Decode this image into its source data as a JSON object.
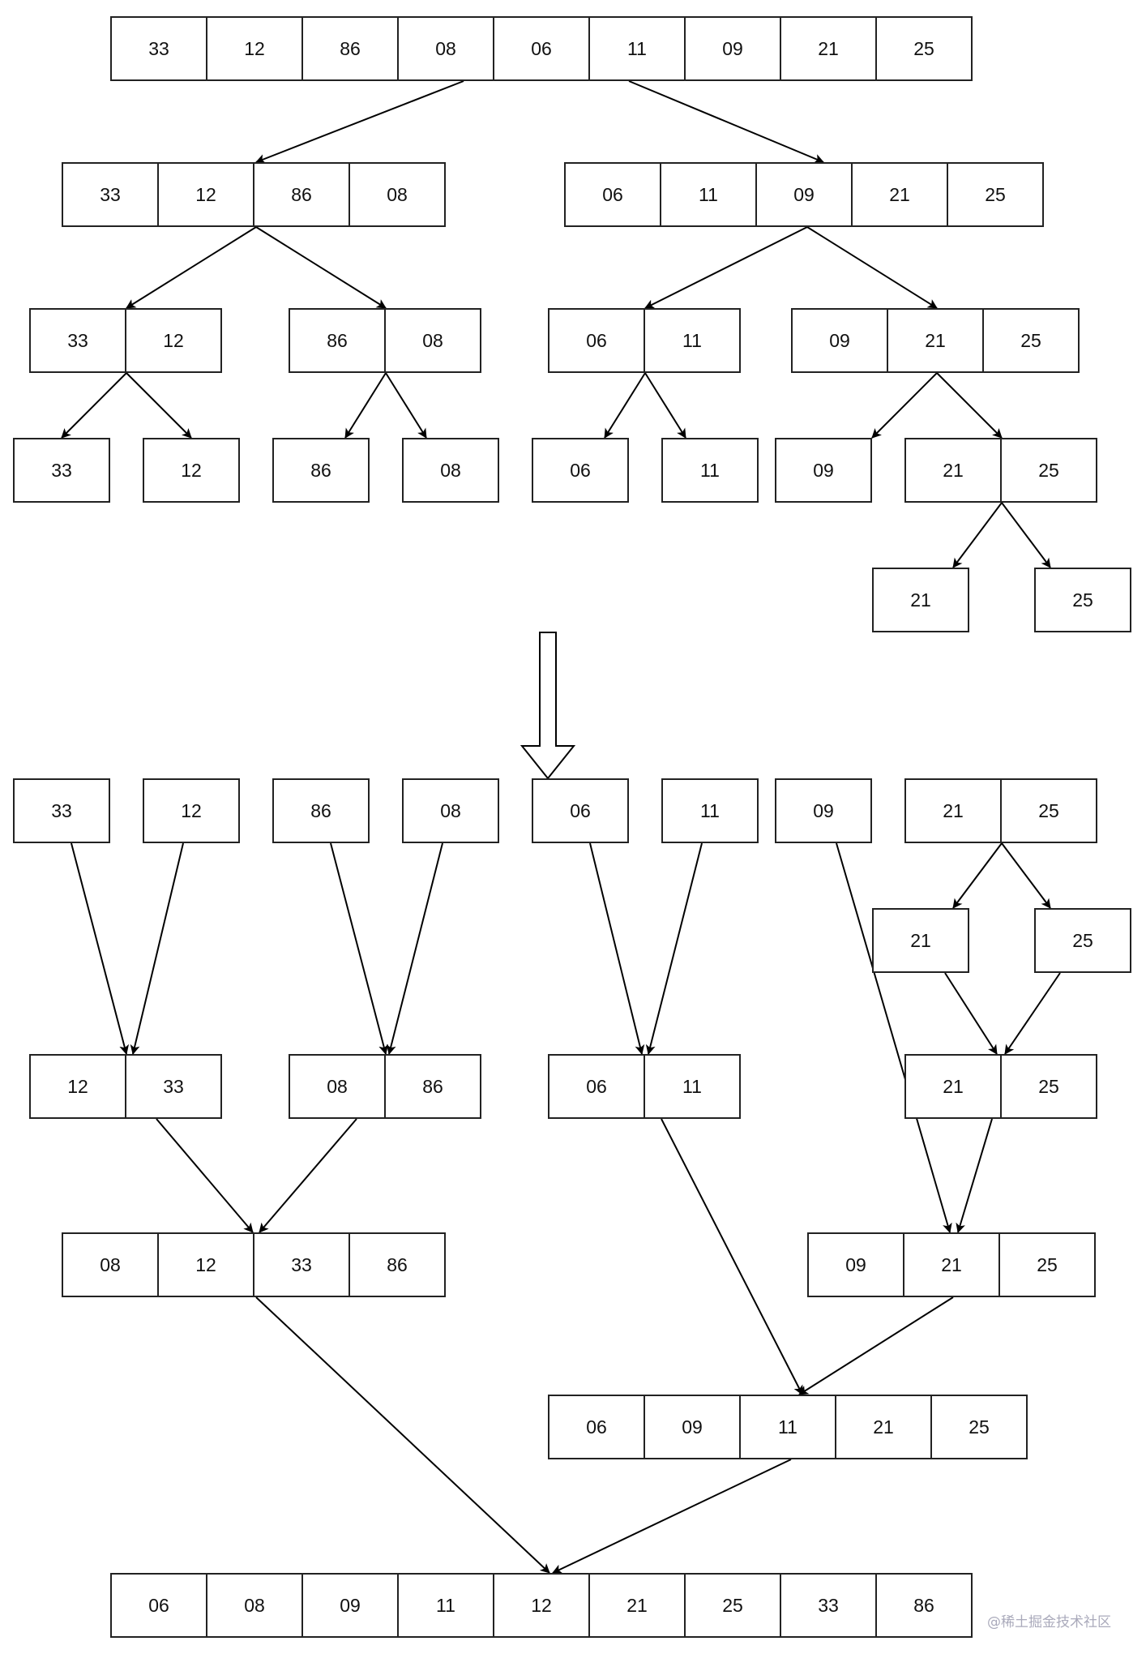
{
  "split_phase": {
    "root": [
      "33",
      "12",
      "86",
      "08",
      "06",
      "11",
      "09",
      "21",
      "25"
    ],
    "level1_left": [
      "33",
      "12",
      "86",
      "08"
    ],
    "level1_right": [
      "06",
      "11",
      "09",
      "21",
      "25"
    ],
    "level2": [
      [
        "33",
        "12"
      ],
      [
        "86",
        "08"
      ],
      [
        "06",
        "11"
      ],
      [
        "09",
        "21",
        "25"
      ]
    ],
    "level3": [
      [
        "33"
      ],
      [
        "12"
      ],
      [
        "86"
      ],
      [
        "08"
      ],
      [
        "06"
      ],
      [
        "11"
      ],
      [
        "09"
      ],
      [
        "21",
        "25"
      ]
    ],
    "level4": [
      [
        "21"
      ],
      [
        "25"
      ]
    ]
  },
  "merge_phase": {
    "leaves": [
      [
        "33"
      ],
      [
        "12"
      ],
      [
        "86"
      ],
      [
        "08"
      ],
      [
        "06"
      ],
      [
        "11"
      ],
      [
        "09"
      ],
      [
        "21",
        "25"
      ]
    ],
    "split_21_25": [
      [
        "21"
      ],
      [
        "25"
      ]
    ],
    "merged_pairs": [
      [
        "12",
        "33"
      ],
      [
        "08",
        "86"
      ],
      [
        "06",
        "11"
      ],
      [
        "21",
        "25"
      ]
    ],
    "merged_four": [
      "08",
      "12",
      "33",
      "86"
    ],
    "merged_three": [
      "09",
      "21",
      "25"
    ],
    "merged_five": [
      "06",
      "09",
      "11",
      "21",
      "25"
    ],
    "final": [
      "06",
      "08",
      "09",
      "11",
      "12",
      "21",
      "25",
      "33",
      "86"
    ]
  },
  "watermark": "@稀土掘金技术社区"
}
